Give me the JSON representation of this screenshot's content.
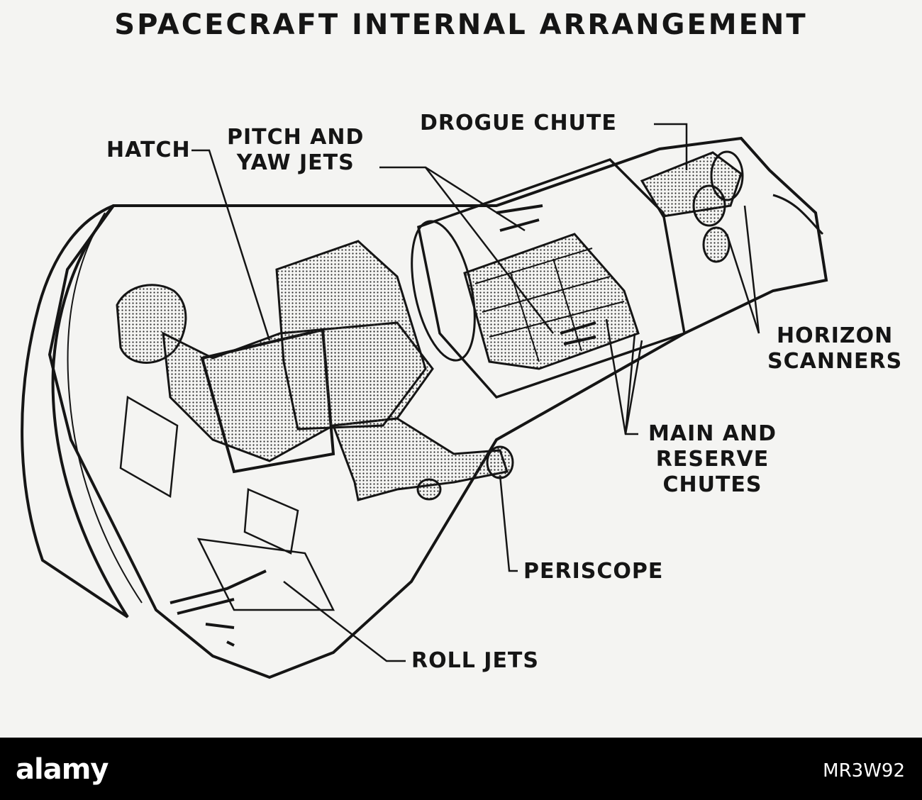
{
  "title": "SPACECRAFT INTERNAL ARRANGEMENT",
  "labels": {
    "hatch": "HATCH",
    "pitch_yaw_jets": [
      "PITCH AND",
      "YAW JETS"
    ],
    "drogue_chute": "DROGUE CHUTE",
    "horizon_scanners": [
      "HORIZON",
      "SCANNERS"
    ],
    "main_reserve_chutes": [
      "MAIN AND",
      "RESERVE",
      "CHUTES"
    ],
    "periscope": "PERISCOPE",
    "roll_jets": "ROLL JETS"
  },
  "footer": {
    "brand": "alamy",
    "image_code": "MR3W92"
  },
  "colors": {
    "ink": "#151515",
    "paper": "#f4f4f2",
    "footer_bg": "#000000"
  }
}
